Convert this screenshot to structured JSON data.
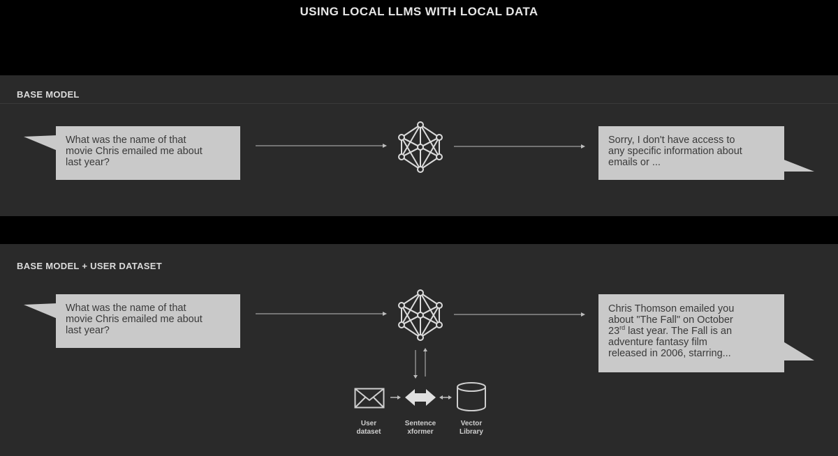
{
  "title": "USING LOCAL LLMS WITH LOCAL DATA",
  "panels": [
    {
      "label": "BASE MODEL",
      "question": [
        "What was the name of that",
        "movie Chris emailed me about",
        "last year?"
      ],
      "answer": [
        "Sorry, I don't have access to",
        "any specific information about",
        "emails or ..."
      ]
    },
    {
      "label": "BASE MODEL + USER DATASET",
      "question": [
        "What was the name of that",
        "movie Chris emailed me about",
        "last year?"
      ],
      "answer": {
        "line1": "Chris Thomson emailed you",
        "line2": "about  \"The Fall\" on October",
        "line3_num": "23",
        "line3_sup": "rd",
        "line3_rest": " last year. The Fall is an",
        "line4": "adventure fantasy film",
        "line5": "released in 2006, starring..."
      },
      "pipeline": {
        "user_dataset": [
          "User",
          "dataset"
        ],
        "sentence_xformer": [
          "Sentence",
          "xformer"
        ],
        "vector_library": [
          "Vector",
          "Library"
        ]
      }
    }
  ],
  "colors": {
    "background": "#000000",
    "panel": "#2a2a2a",
    "bubble": "#c9c9c9",
    "bubble_text": "#3a3a3a",
    "line": "#bdbdbd"
  },
  "icons": [
    "neural-network-icon",
    "envelope-icon",
    "double-arrow-icon",
    "database-icon"
  ]
}
